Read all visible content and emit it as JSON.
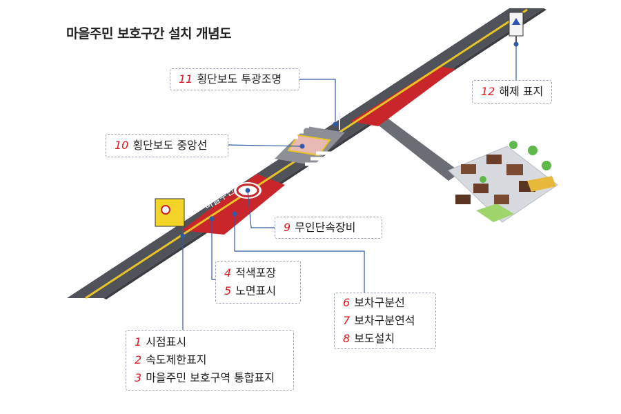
{
  "title": "마을주민 보호구간 설치 개념도",
  "road_text": "마을주민",
  "callouts": {
    "c11": [
      {
        "num": "11",
        "label": "횡단보도 투광조명"
      }
    ],
    "c12": [
      {
        "num": "12",
        "label": "해제 표지"
      }
    ],
    "c10": [
      {
        "num": "10",
        "label": "횡단보도 중앙선"
      }
    ],
    "c9": [
      {
        "num": "9",
        "label": "무인단속장비"
      }
    ],
    "c45": [
      {
        "num": "4",
        "label": "적색포장"
      },
      {
        "num": "5",
        "label": "노면표시"
      }
    ],
    "c678": [
      {
        "num": "6",
        "label": "보차구분선"
      },
      {
        "num": "7",
        "label": "보차구분연석"
      },
      {
        "num": "8",
        "label": "보도설치"
      }
    ],
    "c123": [
      {
        "num": "1",
        "label": "시점표시"
      },
      {
        "num": "2",
        "label": "속도제한표지"
      },
      {
        "num": "3",
        "label": "마을주민 보호구역 통합표지"
      }
    ]
  },
  "colors": {
    "road": "#4f5258",
    "road_edge": "#3b3d42",
    "red_pavement": "#c8262a",
    "yellow_line": "#e8c227",
    "leader_line": "#2f5aa8",
    "callout_border": "#9aa3b5",
    "number_text": "#e0161e",
    "grass": "#9fd56a"
  }
}
